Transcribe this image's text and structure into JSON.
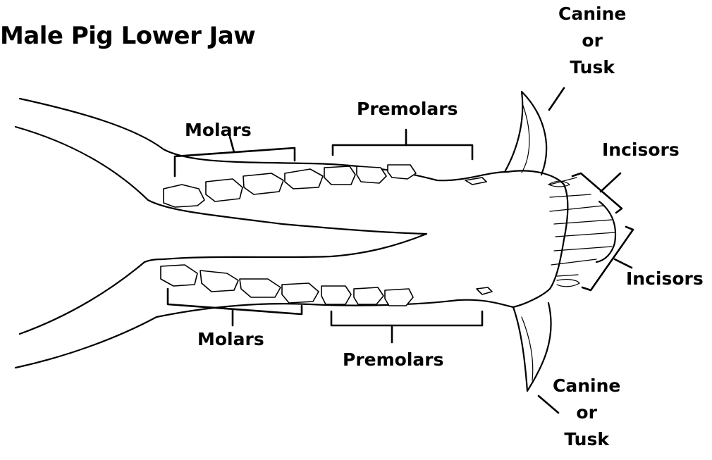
{
  "title": "Male Pig Lower Jaw",
  "labels": {
    "molars_upper": "Molars",
    "premolars_upper": "Premolars",
    "incisors_upper": "Incisors",
    "incisors_lower": "Incisors",
    "molars_lower": "Molars",
    "premolars_lower": "Premolars"
  },
  "canine_upper": [
    "Canine",
    "or",
    "Tusk"
  ],
  "canine_lower": [
    "Canine",
    "or",
    "Tusk"
  ],
  "colors": {
    "ink": "#000000",
    "background": "#ffffff"
  }
}
